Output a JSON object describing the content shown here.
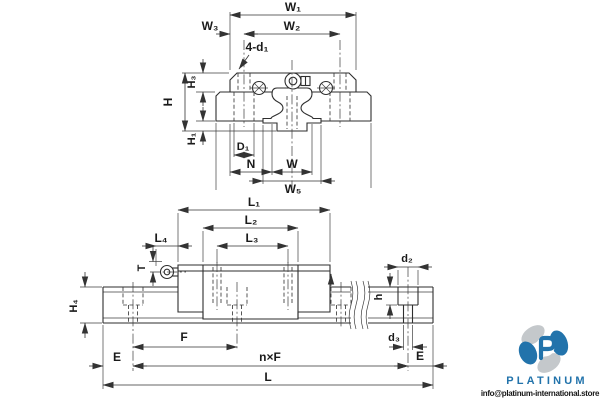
{
  "drawing": {
    "front_view_labels": {
      "W1": "W₁",
      "W2": "W₂",
      "W3": "W₃",
      "holes": "4-d₁",
      "H": "H",
      "H3": "H₃",
      "H1": "H₁",
      "D1": "D₁",
      "N": "N",
      "W": "W",
      "W5": "W₅"
    },
    "side_view_labels": {
      "L1": "L₁",
      "L2": "L₂",
      "L3": "L₃",
      "L4": "L₄",
      "T": "T",
      "H4": "H₄",
      "E_left": "E",
      "F": "F",
      "nxF": "n×F",
      "L": "L",
      "d2": "d₂",
      "h": "h",
      "d3": "d₃",
      "E_right": "E"
    }
  },
  "watermark": {
    "brand": "PLATINUM",
    "email": "info@platinum-international.store",
    "brand_color": "#2273ab",
    "accent_gray": "#c4c8cb"
  }
}
